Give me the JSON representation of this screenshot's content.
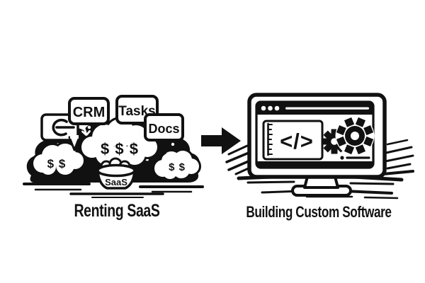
{
  "colors": {
    "ink": "#111111",
    "paper": "#ffffff"
  },
  "left_panel": {
    "caption": "Renting SaaS",
    "bubbles": {
      "icon_bubble_icon": "loop-arrow",
      "crm": "CRM",
      "tasks": "Tasks",
      "docs": "Docs"
    },
    "clouds": {
      "left": "$ $",
      "center": "$ $ $",
      "right": "$ $"
    },
    "bowl": {
      "label": "SaaS"
    }
  },
  "arrow": {
    "icon": "right-arrow"
  },
  "right_panel": {
    "caption": "Building Custom Software",
    "screen": {
      "window_dots": 3,
      "code_glyph": "</>",
      "icons": [
        "code-ruler",
        "gear",
        "gear"
      ]
    }
  }
}
